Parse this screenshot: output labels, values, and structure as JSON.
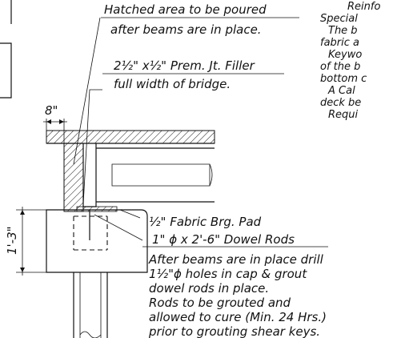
{
  "labels": {
    "hatched_note_1": "Hatched area to be poured",
    "hatched_note_2": "after beams are in place.",
    "filler_note_1": "2½\" x½\" Prem. Jt. Filler",
    "filler_note_2": "full width of bridge.",
    "dim_top": "8\"",
    "dim_side": "1'-3\"",
    "pad_note": "½\" Fabric Brg. Pad",
    "dowel_note": "1\" ϕ x 2'-6\" Dowel Rods",
    "dowel_instr": [
      "After beams are in place drill",
      "1½\"ϕ holes in cap & grout",
      "dowel rods in place.",
      "Rods to be grouted and",
      "allowed to cure (Min. 24 Hrs.)",
      "prior to grouting shear keys."
    ],
    "side_notes": [
      "Reinfo",
      "Special",
      "The b",
      "fabric a",
      "Keywo",
      "of the b",
      "bottom c",
      "A Cal",
      "deck be",
      "Requi"
    ]
  }
}
